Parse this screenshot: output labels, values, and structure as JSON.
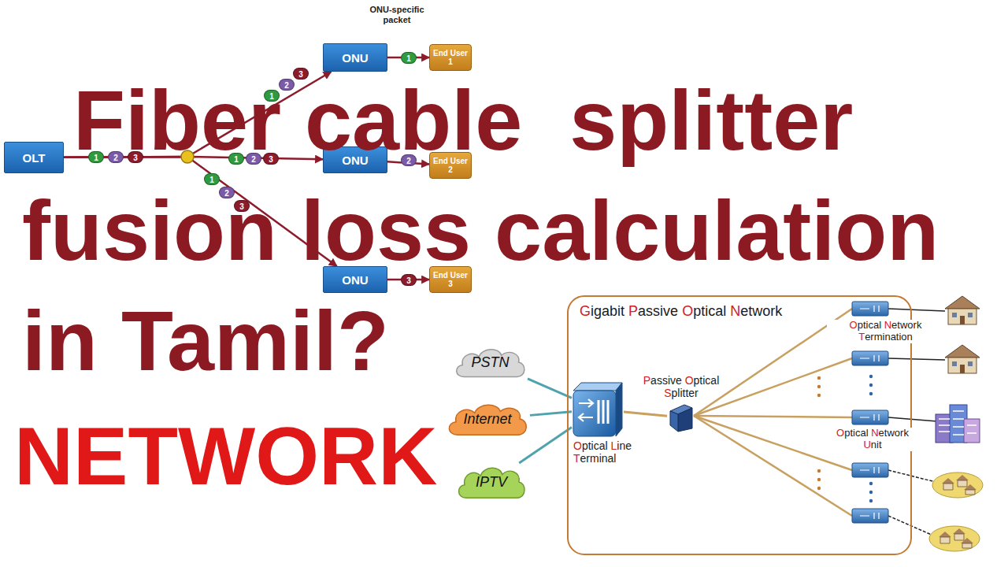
{
  "diagram": {
    "title": "Fiber cable  splitter fusion loss calculation in Tamil?",
    "nodes": [
      {
        "text": [
          "OLT"
        ]
      },
      {
        "text": [
          "ONU"
        ]
      },
      {
        "text": [
          "ONU"
        ]
      },
      {
        "text": [
          "ONU"
        ]
      },
      {
        "text": [
          "End User 1"
        ]
      },
      {
        "text": [
          "End User 2"
        ]
      },
      {
        "text": [
          "End User 3"
        ]
      },
      {
        "text": [
          "PSTN"
        ]
      },
      {
        "text": [
          "Internet"
        ]
      },
      {
        "text": [
          "IPTV"
        ]
      },
      {
        "text": [
          "Gigabit Passive Optical Network"
        ]
      },
      {
        "text": [
          "Optical Line Terminal"
        ],
        "in": 10
      },
      {
        "text": [
          "Passive Optical Splitter"
        ],
        "in": 10
      }
    ],
    "edges": [
      {
        "from": 0,
        "to": 1,
        "arrow": "to"
      },
      {
        "from": 0,
        "to": 2,
        "arrow": "to"
      },
      {
        "from": 0,
        "to": 3,
        "arrow": "to"
      },
      {
        "from": 1,
        "to": 4,
        "arrow": "to"
      },
      {
        "from": 2,
        "to": 5,
        "arrow": "to"
      },
      {
        "from": 3,
        "to": 6,
        "arrow": "to"
      },
      {
        "from": 7,
        "to": 11,
        "arrow": "none"
      },
      {
        "from": 8,
        "to": 11,
        "arrow": "none"
      },
      {
        "from": 9,
        "to": 11,
        "arrow": "none"
      },
      {
        "from": 11,
        "to": 12,
        "arrow": "none"
      }
    ],
    "labels": [
      "ONU-specific packet",
      "1",
      "2",
      "3",
      "1",
      "2",
      "3",
      "1",
      "1",
      "2",
      "3",
      "2",
      "1",
      "2",
      "3",
      "3",
      "NETWORK",
      "Optical Network Termination",
      "Optical Network Unit"
    ]
  }
}
